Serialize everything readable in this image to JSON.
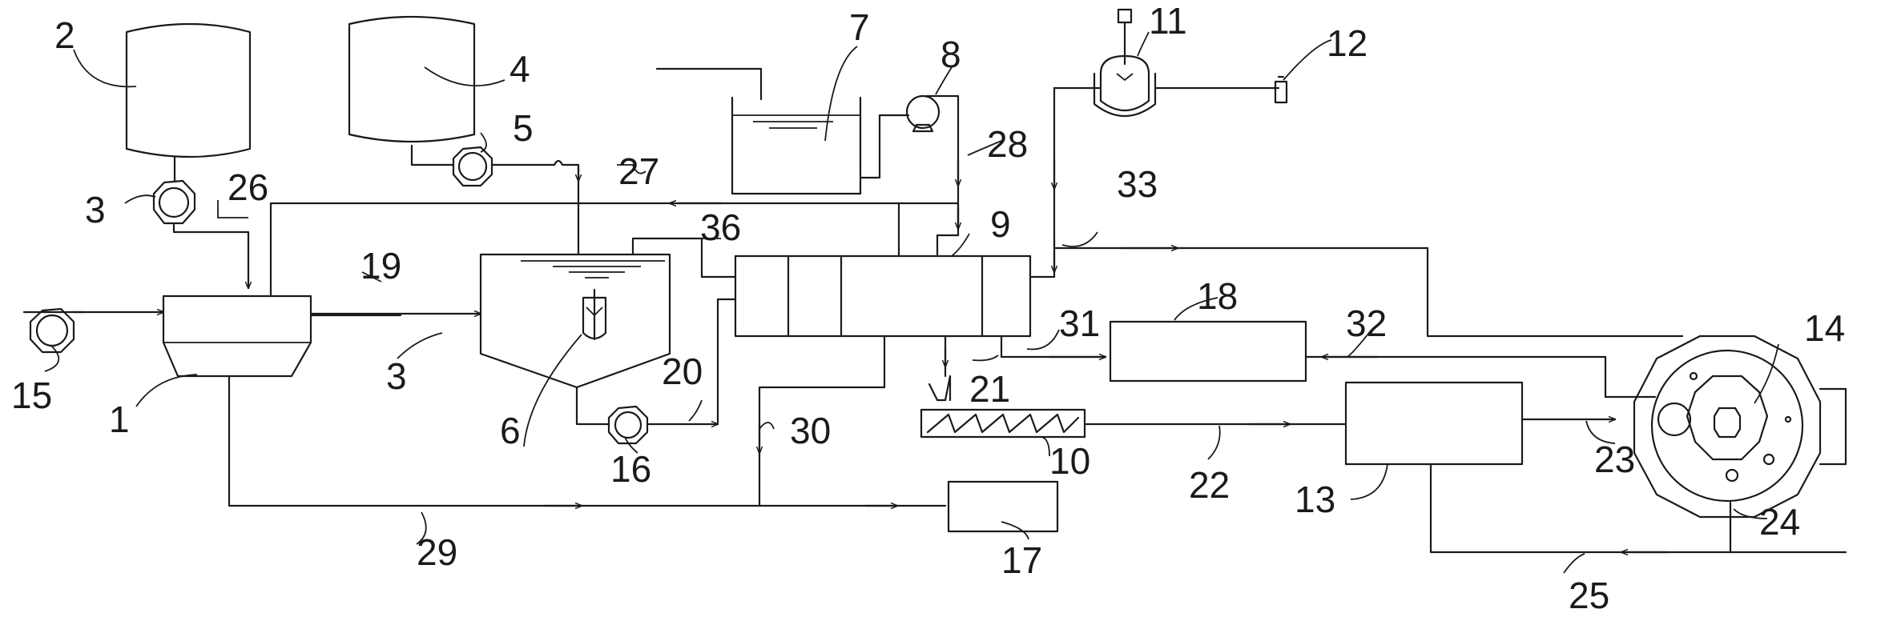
{
  "labels": {
    "l1": "1",
    "l2": "2",
    "l3a": "3",
    "l3b": "3",
    "l4": "4",
    "l5": "5",
    "l6": "6",
    "l7": "7",
    "l8": "8",
    "l9": "9",
    "l10": "10",
    "l11": "11",
    "l12": "12",
    "l13": "13",
    "l14": "14",
    "l15": "15",
    "l16": "16",
    "l17": "17",
    "l18": "18",
    "l19": "19",
    "l20": "20",
    "l21": "21",
    "l22": "22",
    "l23": "23",
    "l24": "24",
    "l25": "25",
    "l26": "26",
    "l27": "27",
    "l28": "28",
    "l29": "29",
    "l30": "30",
    "l31": "31",
    "l32": "32",
    "l33": "33",
    "l36": "36"
  },
  "colors": {
    "line": "#1a1a1a",
    "background": "#ffffff"
  }
}
